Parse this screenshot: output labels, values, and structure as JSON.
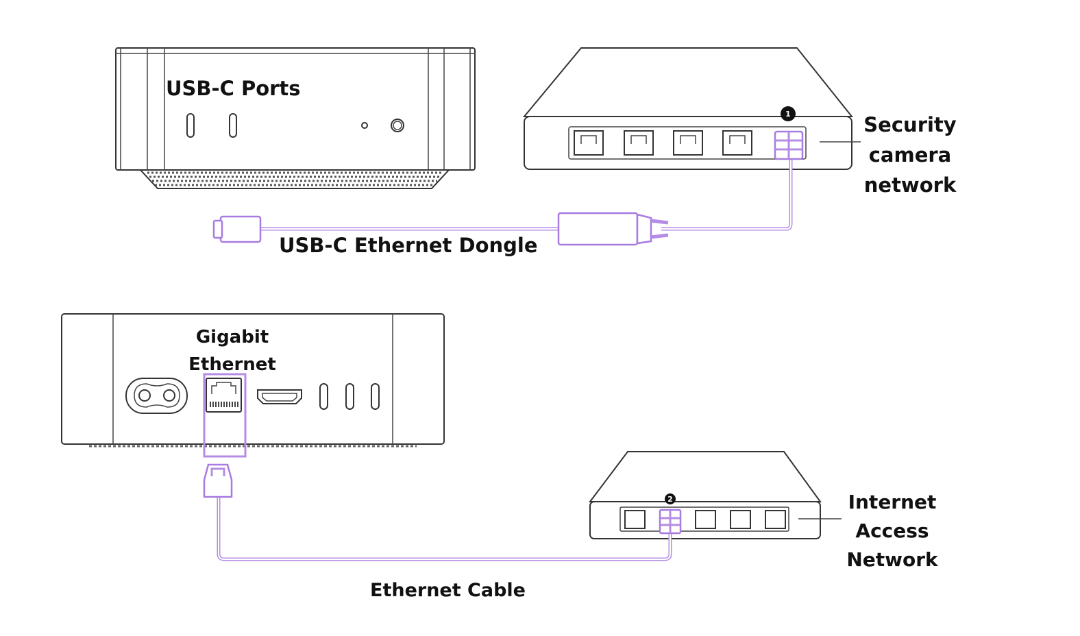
{
  "labels": {
    "usb_c_ports": "USB-C Ports",
    "security_camera_network": [
      "Security",
      "camera",
      "network"
    ],
    "usb_c_ethernet_dongle": "USB-C Ethernet Dongle",
    "gigabit_ethernet": [
      "Gigabit",
      "Ethernet"
    ],
    "internet_access_network": [
      "Internet",
      "Access",
      "Network"
    ],
    "ethernet_cable": "Ethernet Cable"
  },
  "switch_badges": {
    "switch1": "1",
    "switch2": "2"
  },
  "colors": {
    "cable": "#b48ce6",
    "highlight": "#b48ce6",
    "outline": "#333333",
    "text": "#111111"
  }
}
